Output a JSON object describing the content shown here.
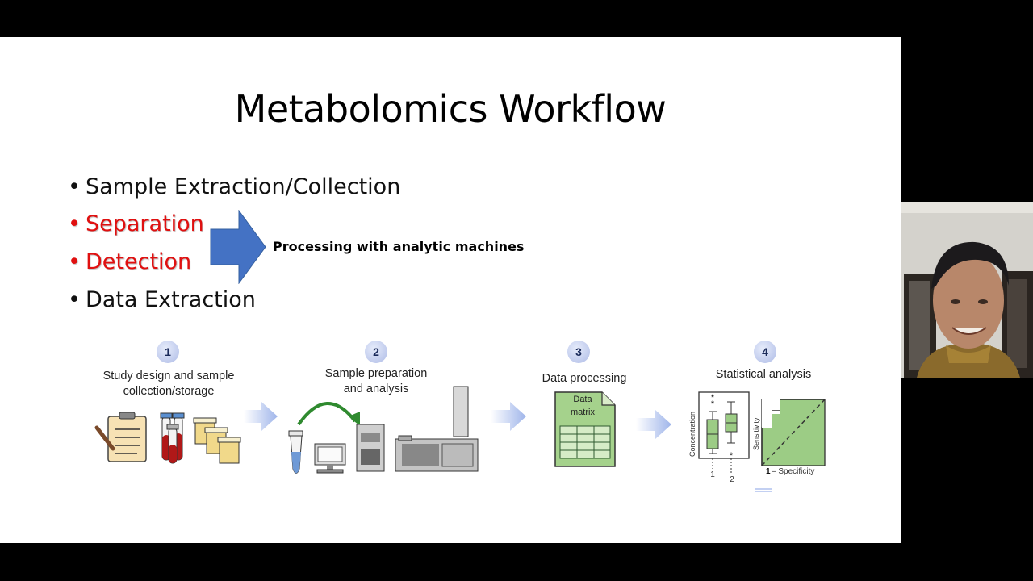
{
  "slide": {
    "title": "Metabolomics Workflow",
    "bullets": [
      {
        "text": "Sample Extraction/Collection",
        "highlight": false
      },
      {
        "text": "Separation",
        "highlight": true
      },
      {
        "text": "Detection",
        "highlight": true
      },
      {
        "text": "Data Extraction",
        "highlight": false
      }
    ],
    "bullet_symbol": "•",
    "arrow_caption": "Processing with analytic machines",
    "colors": {
      "highlight": "#e01010",
      "arrow": "#4472c4",
      "flow_green": "#9ccc85"
    }
  },
  "workflow": {
    "steps": [
      {
        "num": "1",
        "label_line1": "Study design and sample",
        "label_line2": "collection/storage"
      },
      {
        "num": "2",
        "label_line1": "Sample preparation",
        "label_line2": "and analysis"
      },
      {
        "num": "3",
        "label_line1": "Data processing",
        "label_line2": ""
      },
      {
        "num": "4",
        "label_line1": "Statistical analysis",
        "label_line2": ""
      }
    ],
    "data_matrix_line1": "Data",
    "data_matrix_line2": "matrix",
    "boxplot_ylabel": "Concentration",
    "boxplot_x1": "1",
    "boxplot_x2": "2",
    "roc_ylabel": "Sensitivity",
    "roc_xlabel_bold": "1",
    "roc_xlabel_rest": " – Specificity",
    "outlier_symbol": "*"
  },
  "webcam": {
    "icon": "presenter-video-icon"
  }
}
